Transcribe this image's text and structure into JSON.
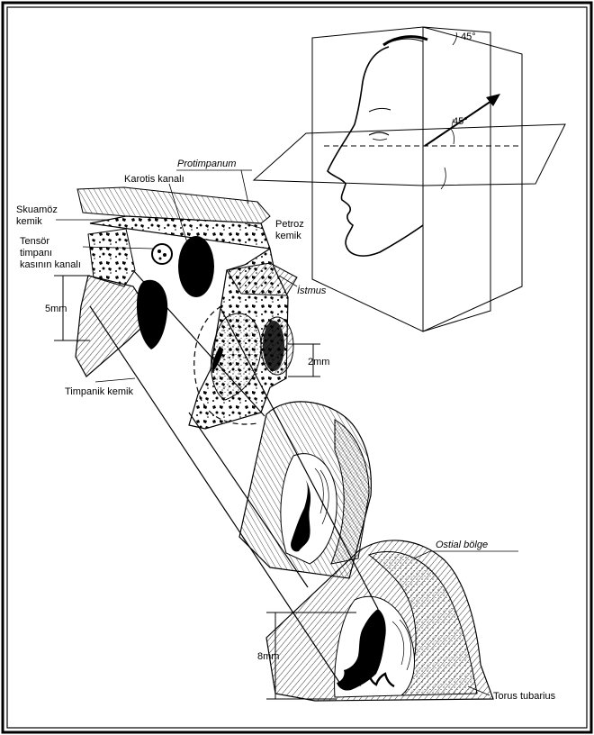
{
  "labels": {
    "protimpanum": "Protimpanum",
    "karotis": "Karotis kanalı",
    "skuamoz_1": "Skuamöz",
    "skuamoz_2": "kemik",
    "petroz_1": "Petroz",
    "petroz_2": "kemik",
    "tensor_1": "Tensör",
    "tensor_2": "timpanı",
    "tensor_3": "kasının kanalı",
    "istmus": "İstmus",
    "timpanik": "Timpanik kemik",
    "ostial": "Ostial bölge",
    "torus": "Torus tubarius"
  },
  "dimensions": {
    "d5": "5mm",
    "d2": "2mm",
    "d8": "8mm"
  },
  "angles": {
    "vertical": "45°",
    "horizontal": "45°"
  },
  "colors": {
    "ink": "#000000",
    "paper": "#ffffff",
    "border": "#000000"
  }
}
